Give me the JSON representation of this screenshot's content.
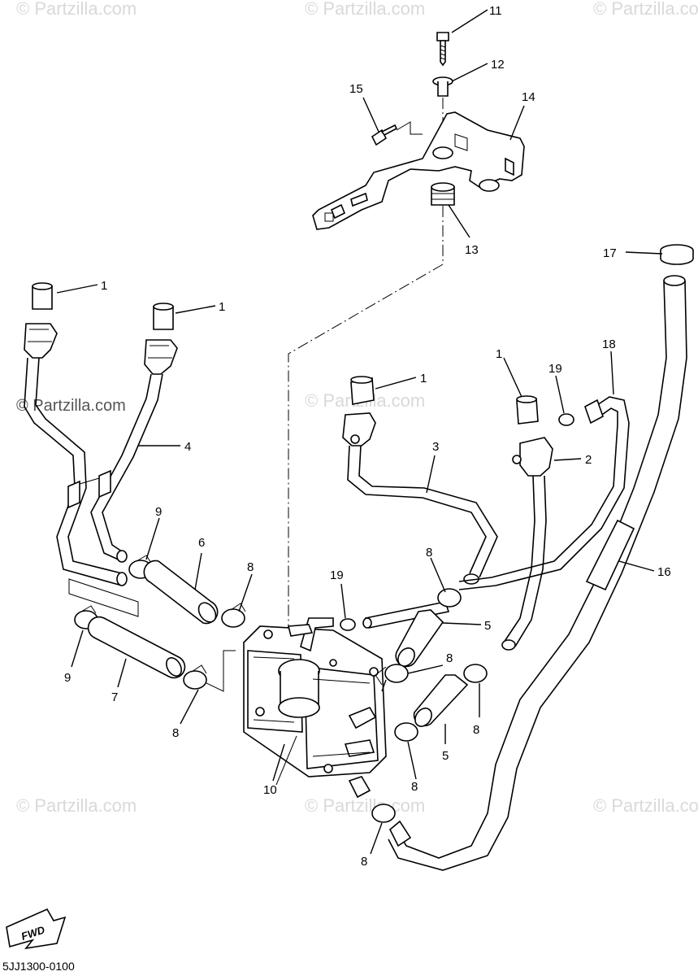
{
  "watermarks": {
    "site": "© Partzilla.com",
    "site_prominent": "© Partzilla.com"
  },
  "callouts": {
    "c1": "1",
    "c2": "2",
    "c3": "3",
    "c4": "4",
    "c5": "5",
    "c6": "6",
    "c7": "7",
    "c8": "8",
    "c9": "9",
    "c10": "10",
    "c11": "11",
    "c12": "12",
    "c13": "13",
    "c14": "14",
    "c15": "15",
    "c16": "16",
    "c17": "17",
    "c18": "18",
    "c19": "19"
  },
  "fwd_label": "FWD",
  "diagram_code": "5JJ1300-0100",
  "colors": {
    "line": "#000000",
    "watermark": "#d9d9d9",
    "background": "#ffffff"
  }
}
